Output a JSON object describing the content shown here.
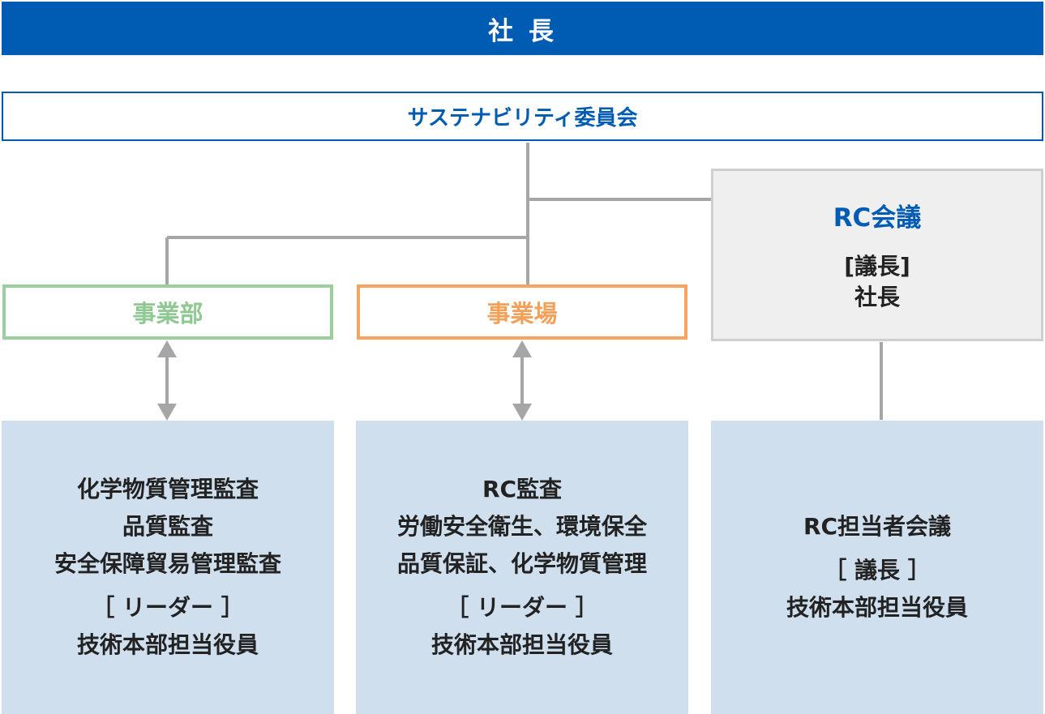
{
  "president": {
    "label": "社 長"
  },
  "committee": {
    "label": "サステナビリティ委員会"
  },
  "rc_meeting": {
    "title": "RC会議",
    "chair_label": "[議長]",
    "chair": "社長"
  },
  "business_division": {
    "label": "事業部"
  },
  "business_site": {
    "label": "事業場"
  },
  "division_box": {
    "lines": [
      "化学物質管理監査",
      "品質監査",
      "安全保障貿易管理監査"
    ],
    "leader_label": "［ リーダー ］",
    "leader": "技術本部担当役員"
  },
  "site_box": {
    "lines": [
      "RC監査",
      "労働安全衛生、環境保全",
      "品質保証、化学物質管理"
    ],
    "leader_label": "［ リーダー ］",
    "leader": "技術本部担当役員"
  },
  "rc_staff_box": {
    "title": "RC担当者会議",
    "chair_label": "［ 議長 ］",
    "chair": "技術本部担当役員"
  },
  "colors": {
    "primary_blue": "#005bb2",
    "green": "#9ccf9e",
    "orange": "#f8a35e",
    "gray_line": "#a6a6a6",
    "light_blue": "#cfdfee",
    "light_gray": "#efefef"
  }
}
